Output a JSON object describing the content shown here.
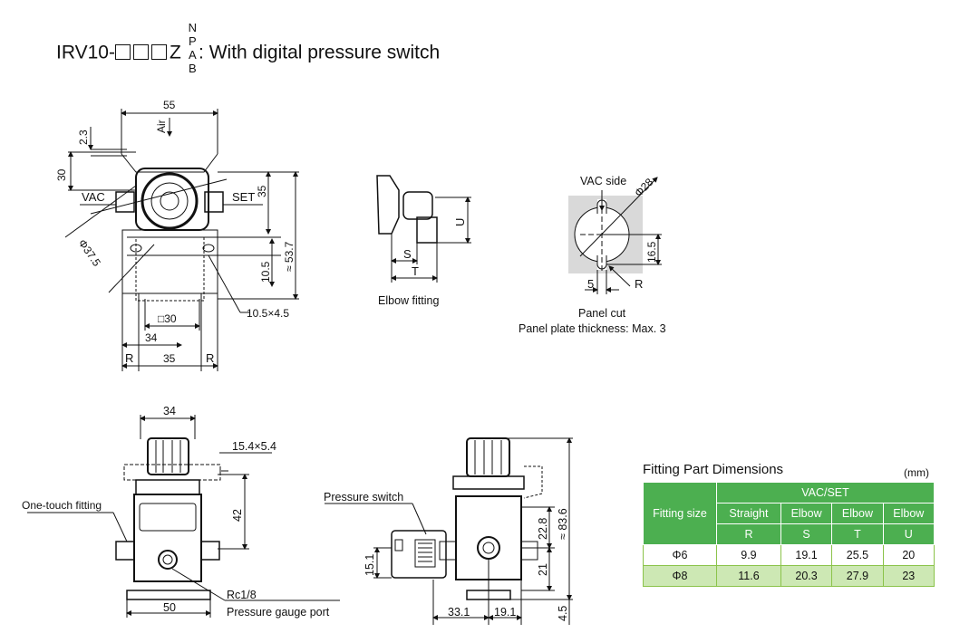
{
  "title": {
    "prefix": "IRV10-",
    "z": "Z",
    "suffixes": [
      "N",
      "P",
      "A",
      "B"
    ],
    "text": ": With digital pressure switch"
  },
  "dims_top_left": {
    "d55": "55",
    "air": "Air",
    "d2_3": "2.3",
    "d30": "30",
    "vac": "VAC",
    "set": "SET",
    "d35v": "35",
    "phi37_5": "Φ37.5",
    "d53_7": "≈ 53.7",
    "d10_5": "10.5",
    "slot": "10.5×4.5",
    "sq30": "□30",
    "d34": "34",
    "r1": "R",
    "d35h": "35",
    "r2": "R"
  },
  "elbow": {
    "u": "U",
    "s": "S",
    "t": "T",
    "caption": "Elbow fitting"
  },
  "panel": {
    "vac_side": "VAC side",
    "phi28": "Φ28",
    "d16_5": "16.5",
    "d5": "5",
    "r": "R",
    "caption1": "Panel cut",
    "caption2": "Panel plate thickness: Max. 3"
  },
  "front_view": {
    "d34": "34",
    "slot": "15.4×5.4",
    "one_touch": "One-touch fitting",
    "d42": "42",
    "d50": "50",
    "rc": "Rc1/8",
    "gauge_port": "Pressure gauge port"
  },
  "side_view": {
    "pressure_switch": "Pressure switch",
    "d83_6": "≈ 83.6",
    "d22_8": "22.8",
    "d21": "21",
    "d15_1": "15.1",
    "d33_1": "33.1",
    "d19_1": "19.1",
    "d4_5": "4.5"
  },
  "fitting_table": {
    "title": "Fitting Part Dimensions",
    "unit": "(mm)",
    "fitting_size": "Fitting size",
    "group": "VAC/SET",
    "types": [
      "Straight",
      "Elbow",
      "Elbow",
      "Elbow"
    ],
    "symbols": [
      "R",
      "S",
      "T",
      "U"
    ],
    "rows": [
      {
        "size": "Φ6",
        "values": [
          "9.9",
          "19.1",
          "25.5",
          "20"
        ]
      },
      {
        "size": "Φ8",
        "values": [
          "11.6",
          "20.3",
          "27.9",
          "23"
        ]
      }
    ]
  },
  "colors": {
    "table_header": "#4caf50",
    "table_alt_row": "#cde8b4",
    "panel_fill": "#d9d9d9"
  }
}
